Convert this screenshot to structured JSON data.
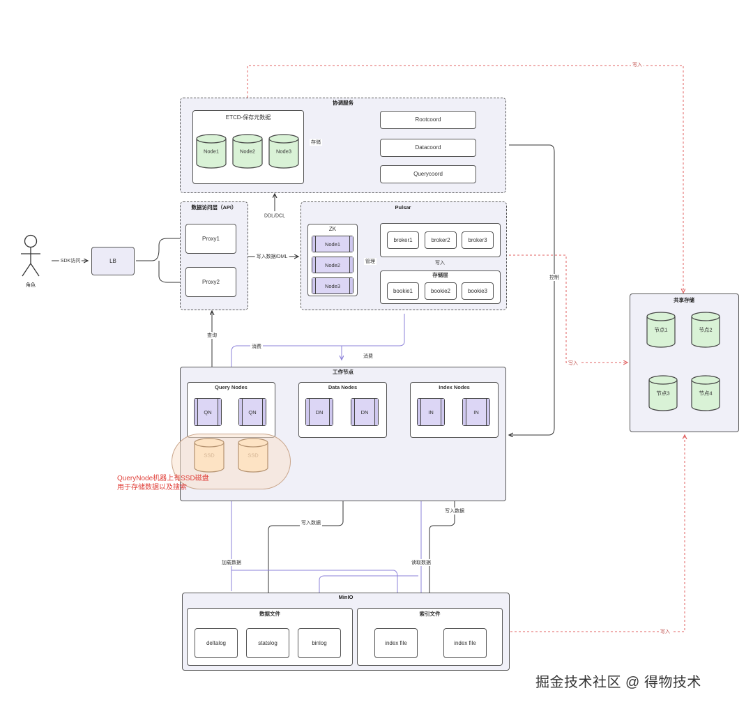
{
  "coordination": {
    "title": "协调服务",
    "etcd_title": "ETCD-保存元数据",
    "etcd_nodes": [
      "Node1",
      "Node2",
      "Node3"
    ],
    "coords": [
      "Rootcoord",
      "Datacoord",
      "Querycoord"
    ],
    "store_label": "存储"
  },
  "access": {
    "title": "数据访问层（API）",
    "proxies": [
      "Proxy1",
      "Proxy2"
    ]
  },
  "actor": {
    "label": "角色",
    "sdk_label": "SDK访问",
    "lb": "LB"
  },
  "pulsar": {
    "title": "Pulsar",
    "zk_title": "ZK",
    "zk_nodes": [
      "Node1",
      "Node2",
      "Node3"
    ],
    "brokers": [
      "broker1",
      "broker2",
      "broker3"
    ],
    "storage_title": "存储层",
    "bookies": [
      "bookie1",
      "bookie2",
      "bookie3"
    ],
    "manage_label": "管理",
    "write_label": "写入"
  },
  "flow": {
    "ddl_dcl": "DDL/DCL",
    "write_dml": "写入数据/DML",
    "query": "查询",
    "consume": "消费",
    "subscribe": "消费",
    "control": "控制",
    "write_data_1": "写入数据",
    "write_data_2": "写入数据",
    "load_data": "加载数据",
    "read_data": "读取数据",
    "write_top": "写入",
    "write_mid": "写入",
    "write_bottom": "写入"
  },
  "worker": {
    "title": "工作节点",
    "query_title": "Query Nodes",
    "qn": [
      "QN",
      "QN"
    ],
    "ssd": [
      "SSD",
      "SSD"
    ],
    "data_title": "Data Nodes",
    "dn": [
      "DN",
      "DN"
    ],
    "index_title": "Index Nodes",
    "in": [
      "IN",
      "IN"
    ],
    "note_line1": "QueryNode机器上有SSD磁盘",
    "note_line2": "用于存储数据以及搜索"
  },
  "shared": {
    "title": "共享存储",
    "nodes": [
      "节点1",
      "节点2",
      "节点3",
      "节点4"
    ]
  },
  "minio": {
    "title": "MinIO",
    "data_title": "数据文件",
    "data_files": [
      "deltalog",
      "statslog",
      "binlog"
    ],
    "index_title": "索引文件",
    "index_files": [
      "index file",
      "index file"
    ]
  },
  "watermark": "掘金技术社区 @ 得物技术",
  "colors": {
    "green_fill": "#d9f2d6",
    "orange_fill": "#fde3c4",
    "purple_fill": "#dcd6f5",
    "panel_fill": "#f0f0f8",
    "red_dashed": "#e06060",
    "purple_line": "#8b80d9",
    "note_red": "#e0403a"
  }
}
